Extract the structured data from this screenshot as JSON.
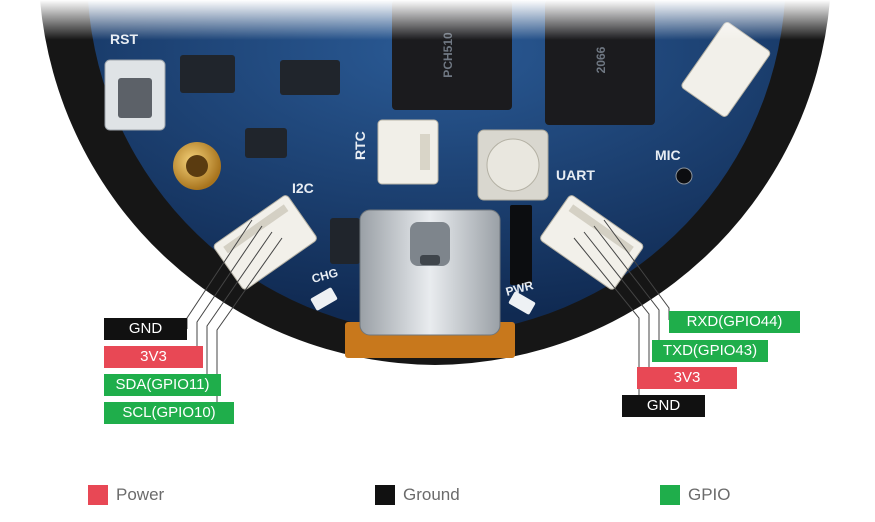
{
  "board": {
    "silkscreen": {
      "rst": "RST",
      "rtc": "RTC",
      "i2c": "I2C",
      "chg": "CHG",
      "pwr": "PWR",
      "uart": "UART",
      "mic": "MIC",
      "chip_left": "PCH510",
      "chip_right": "2066"
    }
  },
  "i2c_header": {
    "pins": [
      {
        "label": "GND",
        "type": "ground"
      },
      {
        "label": "3V3",
        "type": "power"
      },
      {
        "label": "SDA(GPIO11)",
        "type": "gpio"
      },
      {
        "label": "SCL(GPIO10)",
        "type": "gpio"
      }
    ]
  },
  "uart_header": {
    "pins": [
      {
        "label": "RXD(GPIO44)",
        "type": "gpio"
      },
      {
        "label": "TXD(GPIO43)",
        "type": "gpio"
      },
      {
        "label": "3V3",
        "type": "power"
      },
      {
        "label": "GND",
        "type": "ground"
      }
    ]
  },
  "legend": [
    {
      "label": "Power",
      "type": "power"
    },
    {
      "label": "Ground",
      "type": "ground"
    },
    {
      "label": "GPIO",
      "type": "gpio"
    }
  ],
  "colors": {
    "power": "#e84855",
    "ground": "#111111",
    "gpio": "#1fae4b",
    "pcb": "#173a6b",
    "bezel": "#161616"
  }
}
